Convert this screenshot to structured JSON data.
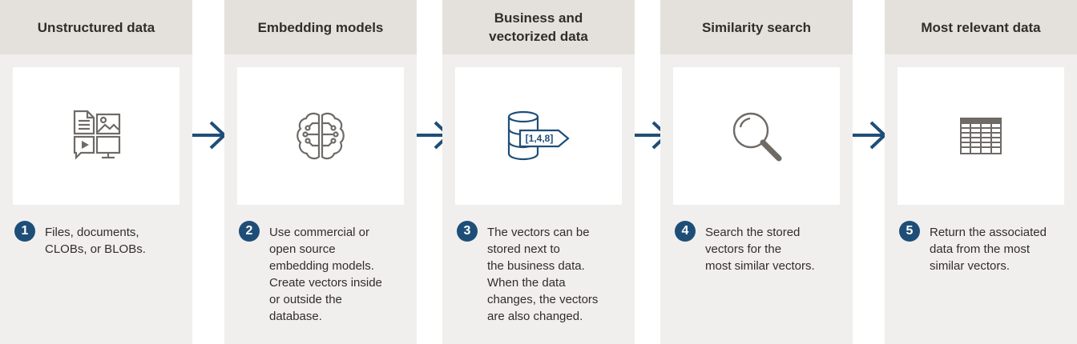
{
  "colors": {
    "accent": "#1e4e78",
    "icon_gray": "#6f6a66",
    "header_bg": "#e4e1dc",
    "panel_bg": "#f1efed"
  },
  "steps": [
    {
      "title": "Unstructured data",
      "number": "1",
      "icon": "files-media-icon",
      "description": "Files, documents,\nCLOBs, or BLOBs."
    },
    {
      "title": "Embedding models",
      "number": "2",
      "icon": "brain-circuit-icon",
      "description": "Use commercial or\nopen source\nembedding models.\nCreate vectors inside\nor outside the\ndatabase."
    },
    {
      "title": "Business and\nvectorized data",
      "number": "3",
      "icon": "database-vector-icon",
      "vector_label": "[1,4,8]",
      "description": "The vectors can be\nstored next to\nthe business data.\nWhen the data\nchanges, the vectors\nare also changed."
    },
    {
      "title": "Similarity search",
      "number": "4",
      "icon": "magnifier-icon",
      "description": "Search the stored\nvectors for the\nmost similar vectors."
    },
    {
      "title": "Most relevant data",
      "number": "5",
      "icon": "data-table-icon",
      "description": "Return the associated\ndata from the most\nsimilar vectors."
    }
  ]
}
